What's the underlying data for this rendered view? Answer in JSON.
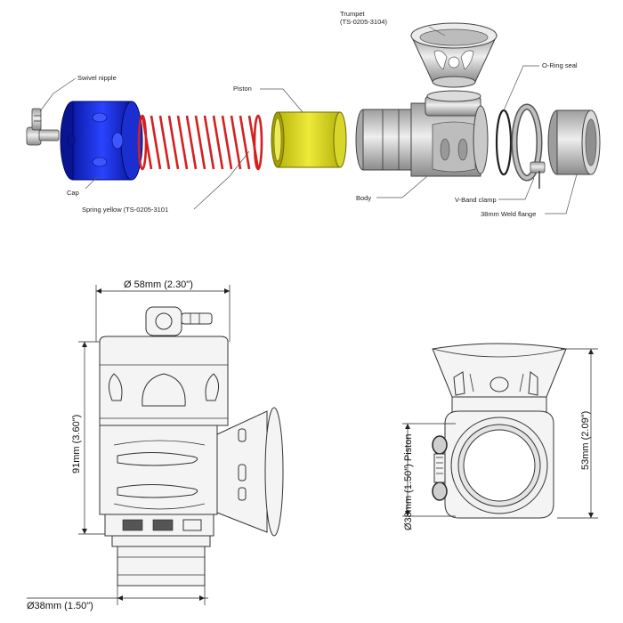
{
  "exploded_view": {
    "labels": {
      "trumpet": "Trumpet",
      "trumpet_part": "(TS-0205-3104)",
      "swivel_nipple": "Swivel nipple",
      "piston": "Piston",
      "oring_seal": "O-Ring seal",
      "cap": "Cap",
      "spring": "Spring yellow (TS-0205-3101",
      "body": "Body",
      "vband_clamp": "V-Band clamp",
      "weld_flange": "38mm Weld flange"
    },
    "colors": {
      "cap": "#1a2fd6",
      "spring": "#d42020",
      "piston": "#d9d61e",
      "metal": "#c8c8c8"
    }
  },
  "side_view": {
    "dimensions": {
      "width": "Ø 58mm (2.30\")",
      "height": "91mm (3.60\")",
      "outlet": "Ø38mm (1.50\")"
    }
  },
  "end_view": {
    "dimensions": {
      "height": "53mm (2.09\")",
      "piston": "Ø38mm (1.50\") Piston"
    }
  }
}
